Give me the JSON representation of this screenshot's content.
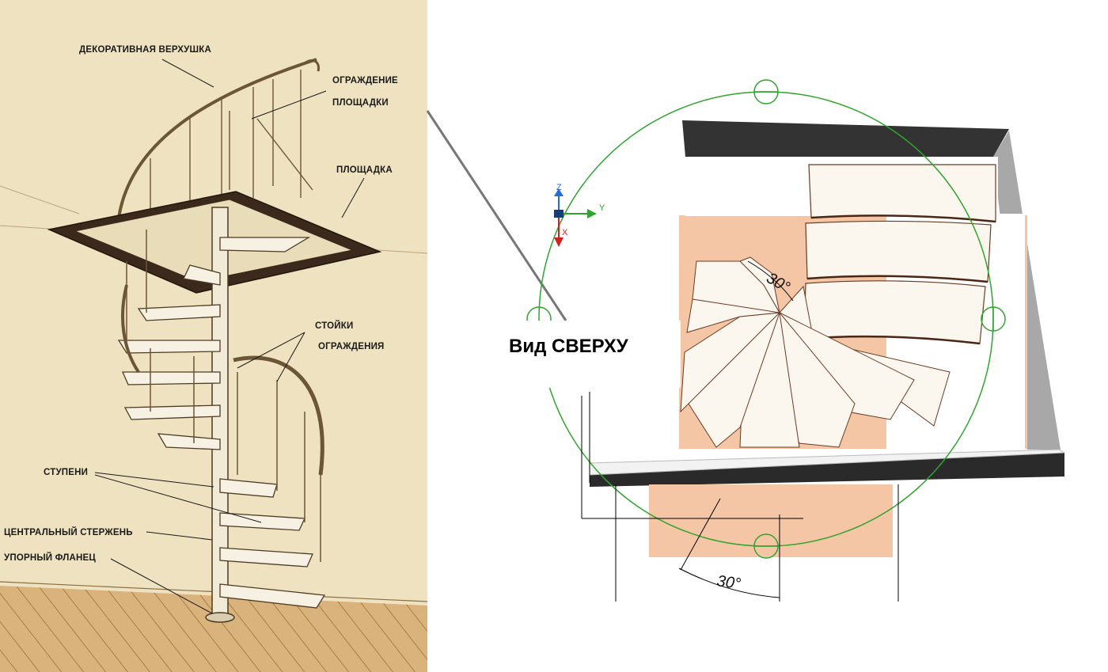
{
  "left_panel": {
    "callouts": {
      "decorative_top": "ДЕКОРАТИВНАЯ ВЕРХУШКА",
      "landing_railing_1": "ОГРАЖДЕНИЕ",
      "landing_railing_2": "ПЛОЩАДКИ",
      "landing": "ПЛОЩАДКА",
      "railing_posts_1": "СТОЙКИ",
      "railing_posts_2": "ОГРАЖДЕНИЯ",
      "steps": "СТУПЕНИ",
      "central_rod": "ЦЕНТРАЛЬНЫЙ СТЕРЖЕНЬ",
      "support_flange": "УПОРНЫЙ ФЛАНЕЦ"
    }
  },
  "right_panel": {
    "title": "Вид СВЕРХУ",
    "angle_top": "30°",
    "angle_bottom": "30°",
    "axes": {
      "z": "Z",
      "y": "Y",
      "x": "X"
    },
    "colors": {
      "step_fill": "#fbf7ee",
      "floor_fill": "#f5c6a6",
      "wall_dark": "#3a3a3a",
      "circle": "#2fa52f"
    }
  }
}
